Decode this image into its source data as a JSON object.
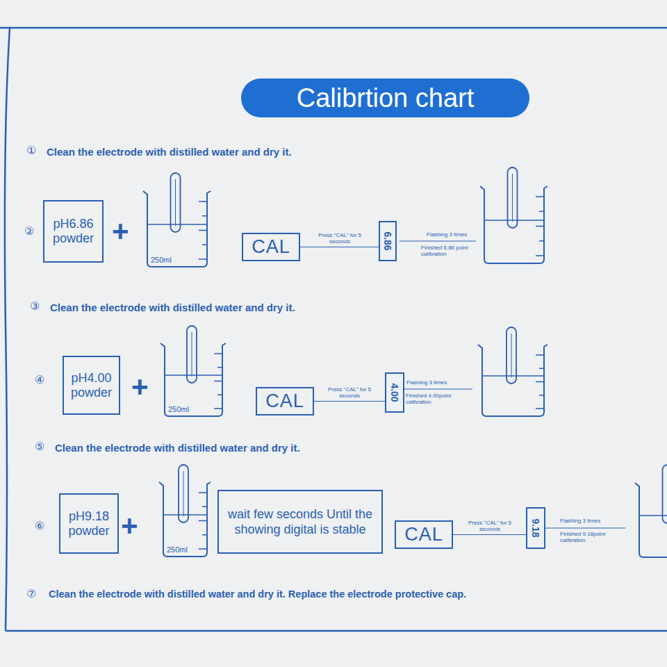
{
  "diagram": {
    "title": "Calibrtion chart",
    "nodes": [
      {
        "text": [
          "pH6.86 powder"
        ]
      },
      {
        "text": [
          "250ml"
        ]
      },
      {
        "text": [
          "CAL"
        ]
      },
      {
        "text": [
          "6.86"
        ]
      },
      {
        "text": [
          "pH4.00 powder"
        ]
      },
      {
        "text": [
          "250ml"
        ]
      },
      {
        "text": [
          "CAL"
        ]
      },
      {
        "text": [
          "4.00"
        ]
      },
      {
        "text": [
          "pH9.18 powder"
        ]
      },
      {
        "text": [
          "250ml"
        ]
      },
      {
        "text": [
          "wait few seconds Until the showing digital is stable"
        ]
      },
      {
        "text": [
          "CAL"
        ]
      },
      {
        "text": [
          "9.18"
        ]
      }
    ],
    "edges": [
      {
        "from": 2,
        "to": 3,
        "arrow": "none",
        "label": "Press \"CAL\" for 5 seconds"
      },
      {
        "from": 6,
        "to": 7,
        "arrow": "none",
        "label": "Press \"CAL\" for 5 seconds"
      },
      {
        "from": 11,
        "to": 12,
        "arrow": "none",
        "label": "Press \"CAL\" for 5 seconds"
      }
    ],
    "labels": [
      "①",
      "Clean the electrode with distilled water and dry it.",
      "②",
      "+",
      "Flashing 3 times",
      "Finished 6.86 poinr calibration",
      "③",
      "Clean the electrode with distilled water and dry it.",
      "④",
      "+",
      "Flashing 3 times",
      "Finished 4.00poinr calibration",
      "⑤",
      "Clean the electrode with distilled water and dry it.",
      "⑥",
      "+",
      "Flashing 3 times",
      "Finished 9.18poinr calibration",
      "⑦",
      "Clean the electrode with distilled water and dry it. Replace the electrode protective cap."
    ]
  }
}
